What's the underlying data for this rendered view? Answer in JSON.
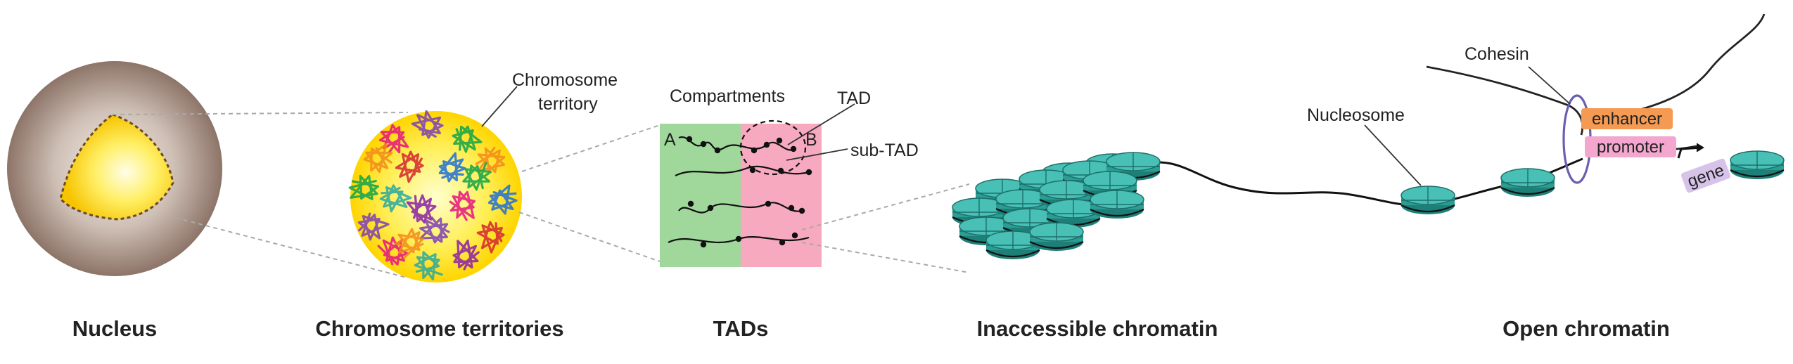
{
  "captions": {
    "nucleus": "Nucleus",
    "chromosome_territories": "Chromosome territories",
    "tads": "TADs",
    "inaccessible": "Inaccessible chromatin",
    "open": "Open chromatin"
  },
  "labels": {
    "chromosome_territory_line1": "Chromosome",
    "chromosome_territory_line2": "territory",
    "compartments": "Compartments",
    "tad": "TAD",
    "compartment_a": "A",
    "compartment_b": "B",
    "sub_tad": "sub-TAD",
    "nucleosome": "Nucleosome",
    "cohesin": "Cohesin",
    "enhancer": "enhancer",
    "promoter": "promoter",
    "gene": "gene"
  },
  "colors": {
    "nucleus_shell": "#a38d82",
    "nucleus_core": "#ffe033",
    "compartment_a": "#9fd89a",
    "compartment_b": "#f7aabf",
    "nucleosome": "#37b3aa",
    "enhancer": "#f59a52",
    "promoter": "#f3a7cf",
    "gene": "#d7c3ea",
    "cohesin_ring": "#6a5fb0"
  }
}
